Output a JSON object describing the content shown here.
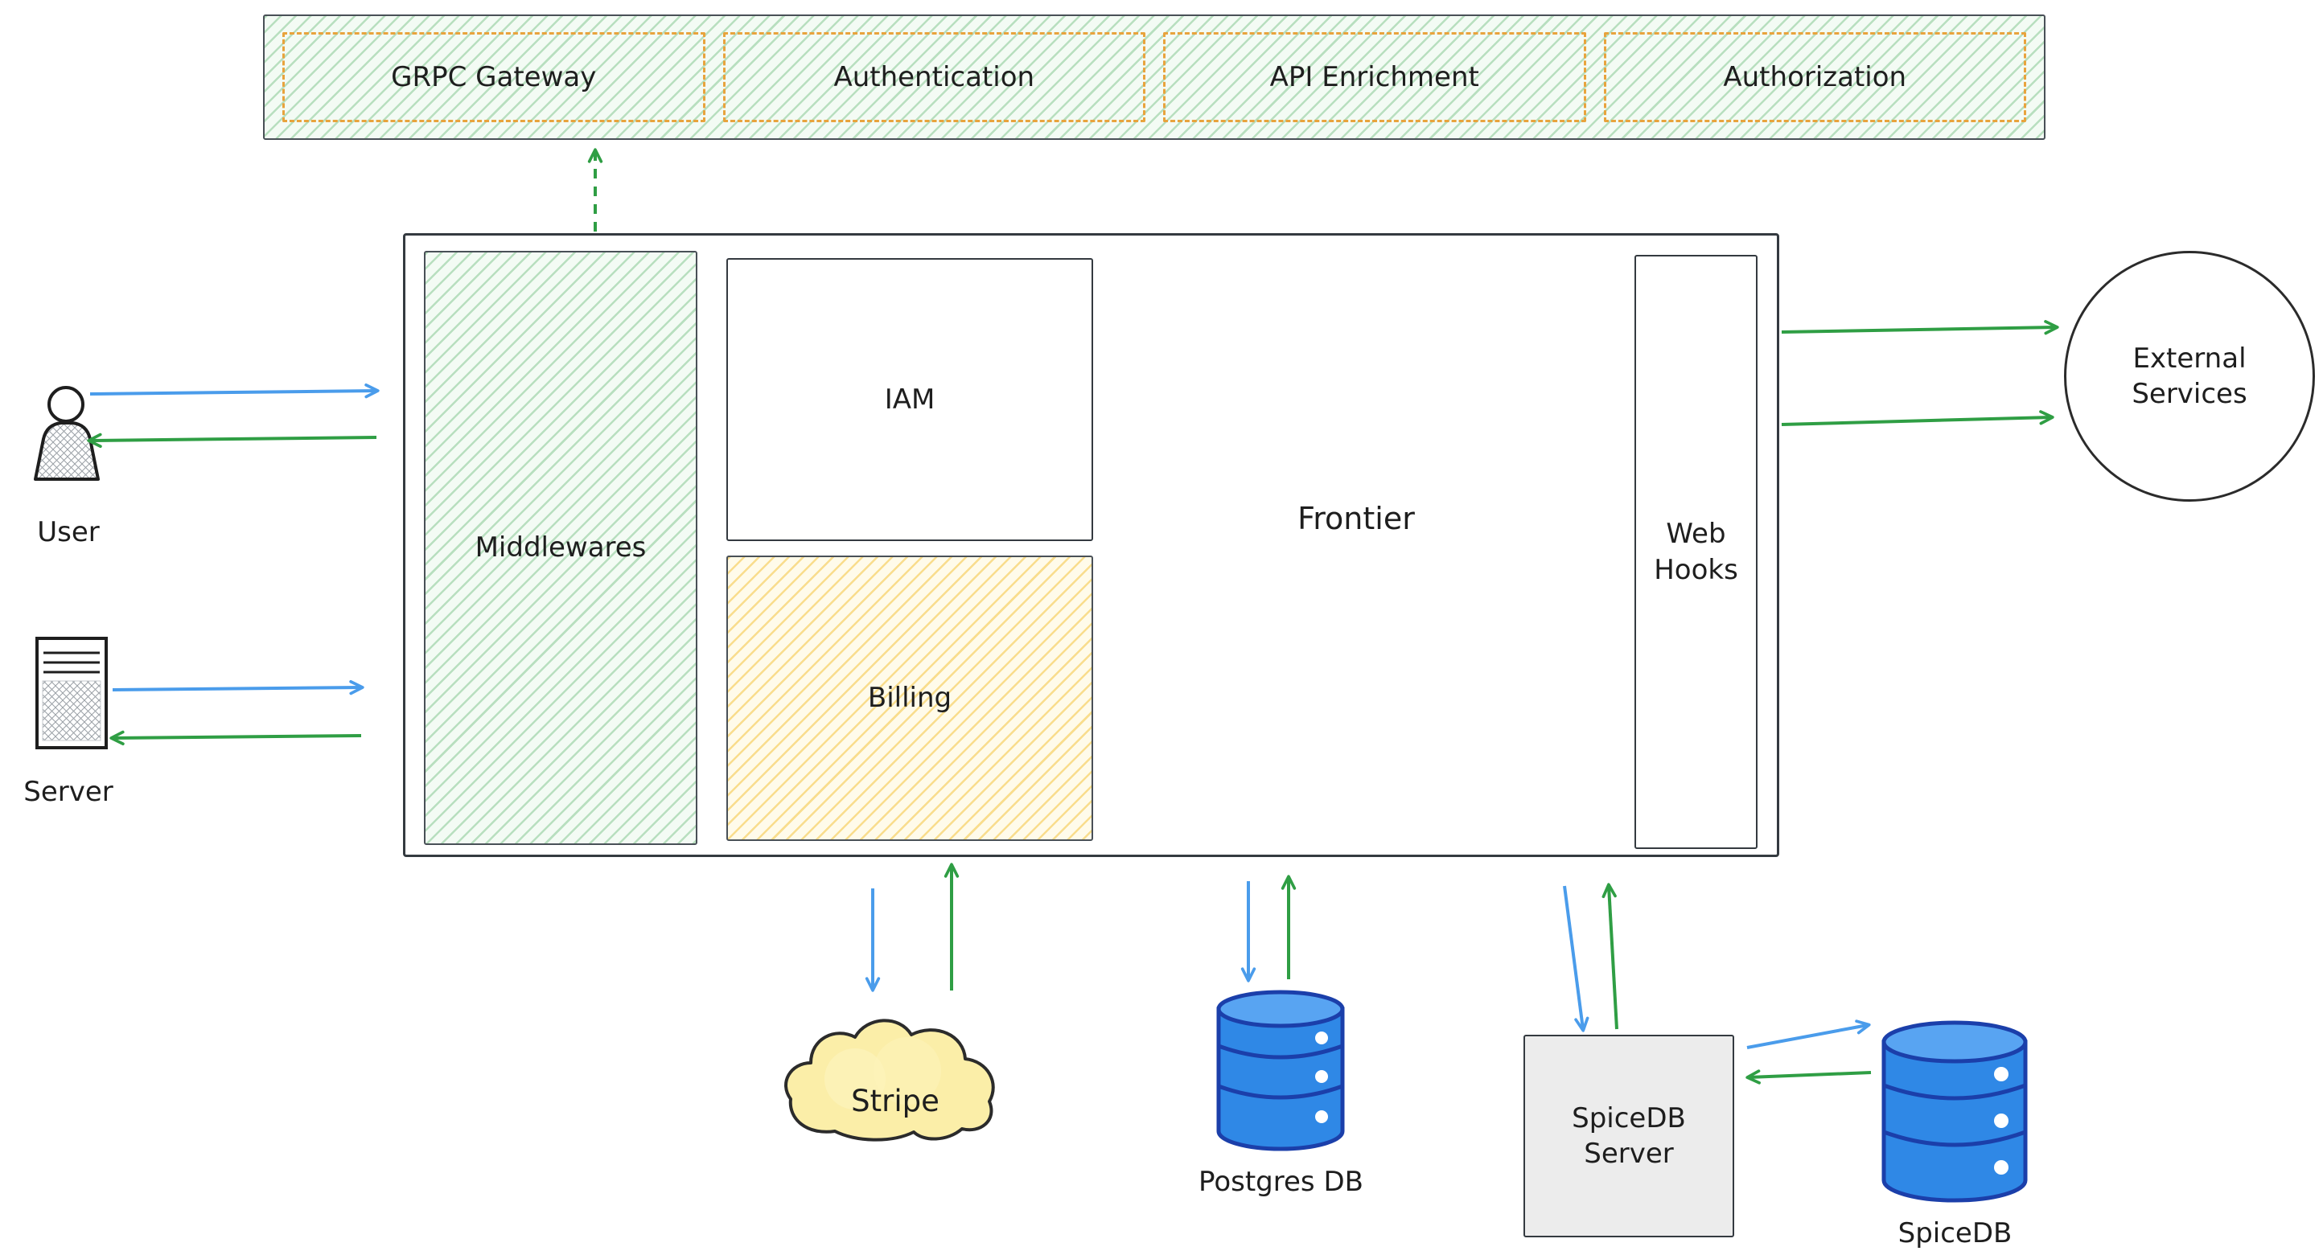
{
  "colors": {
    "arrow_blue": "#4a9ceb",
    "arrow_green": "#2f9e44",
    "hatch_green_stripe": "#2f9e44",
    "hatch_green_bg": "#f3fbf4",
    "hatch_yellow_stripe": "#f4c440",
    "hatch_yellow_bg": "#fffbea",
    "dashed_box_border": "#e8a33d",
    "db_fill": "#2f88e6",
    "db_outline": "#1b3faa",
    "cloud_fill": "#fbeea8",
    "server_box_fill": "#ececec",
    "ink": "#1e1e1e"
  },
  "gateway_bar": {
    "items": [
      {
        "label": "GRPC Gateway"
      },
      {
        "label": "Authentication"
      },
      {
        "label": "API Enrichment"
      },
      {
        "label": "Authorization"
      }
    ]
  },
  "nodes": {
    "middlewares": "Middlewares",
    "iam": "IAM",
    "billing": "Billing",
    "frontier": "Frontier",
    "webhooks": "Web Hooks",
    "user": "User",
    "server": "Server",
    "external_services": "External Services",
    "stripe": "Stripe",
    "postgres": "Postgres DB",
    "spicedb_server": "SpiceDB Server",
    "spicedb": "SpiceDB"
  },
  "edges": [
    {
      "from": "User",
      "to": "Frontier",
      "color": "blue"
    },
    {
      "from": "Frontier",
      "to": "User",
      "color": "green"
    },
    {
      "from": "Server",
      "to": "Frontier",
      "color": "blue"
    },
    {
      "from": "Frontier",
      "to": "Server",
      "color": "green"
    },
    {
      "from": "Middlewares",
      "to": "Gateway bar",
      "color": "green",
      "style": "dashed"
    },
    {
      "from": "Web Hooks",
      "to": "External Services",
      "color": "green"
    },
    {
      "from": "Web Hooks",
      "to": "External Services",
      "color": "green"
    },
    {
      "from": "Billing",
      "to": "Stripe",
      "color": "blue"
    },
    {
      "from": "Stripe",
      "to": "Billing",
      "color": "green"
    },
    {
      "from": "Frontier",
      "to": "Postgres DB",
      "color": "blue"
    },
    {
      "from": "Postgres DB",
      "to": "Frontier",
      "color": "green"
    },
    {
      "from": "Frontier",
      "to": "SpiceDB Server",
      "color": "blue"
    },
    {
      "from": "SpiceDB Server",
      "to": "Frontier",
      "color": "green"
    },
    {
      "from": "SpiceDB Server",
      "to": "SpiceDB",
      "color": "blue"
    },
    {
      "from": "SpiceDB",
      "to": "SpiceDB Server",
      "color": "green"
    }
  ]
}
